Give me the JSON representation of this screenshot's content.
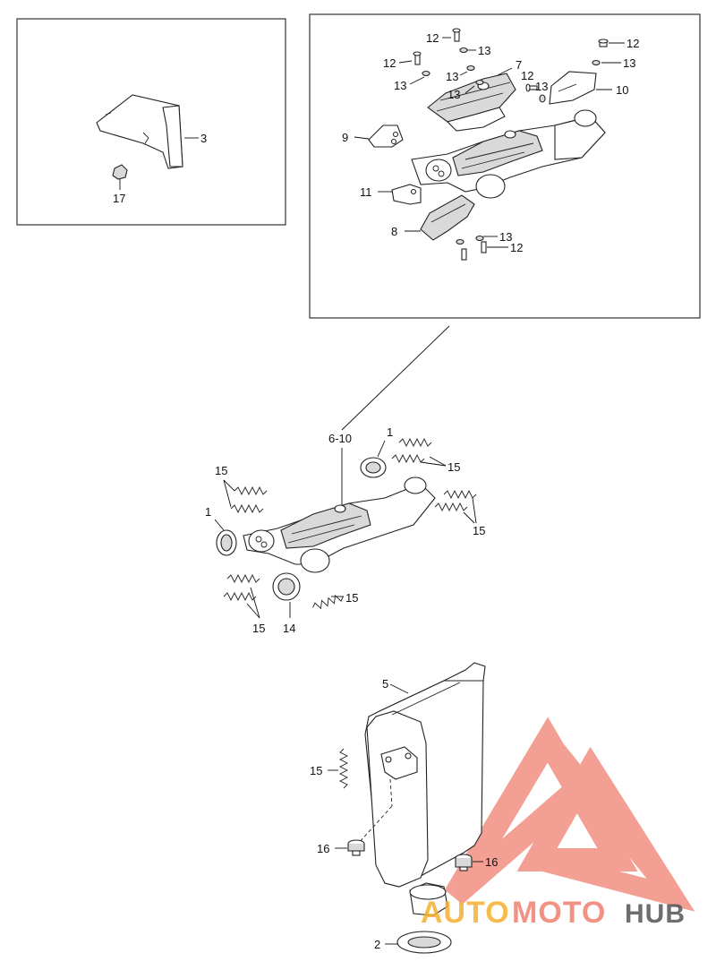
{
  "labels": {
    "n1a": "1",
    "n1b": "1",
    "n2": "2",
    "n3": "3",
    "n5": "5",
    "n6_10": "6-10",
    "n7": "7",
    "n8": "8",
    "n9": "9",
    "n10": "10",
    "n11": "11",
    "n12a": "12",
    "n12b": "12",
    "n12c": "12",
    "n12d": "12",
    "n12e": "12",
    "n13a": "13",
    "n13b": "13",
    "n13c": "13",
    "n13d": "13",
    "n13e": "13",
    "n13f": "13",
    "n14": "14",
    "n15a": "15",
    "n15b": "15",
    "n15c": "15",
    "n15d": "15",
    "n15e": "15",
    "n15f": "15",
    "n16a": "16",
    "n16b": "16",
    "n17": "17"
  },
  "watermark": {
    "auto": "AUTO",
    "moto": "MOTO",
    "hub": "HUB",
    "color_primary": "#f08070",
    "color_secondary": "#f5b030",
    "color_dark": "#555555"
  }
}
